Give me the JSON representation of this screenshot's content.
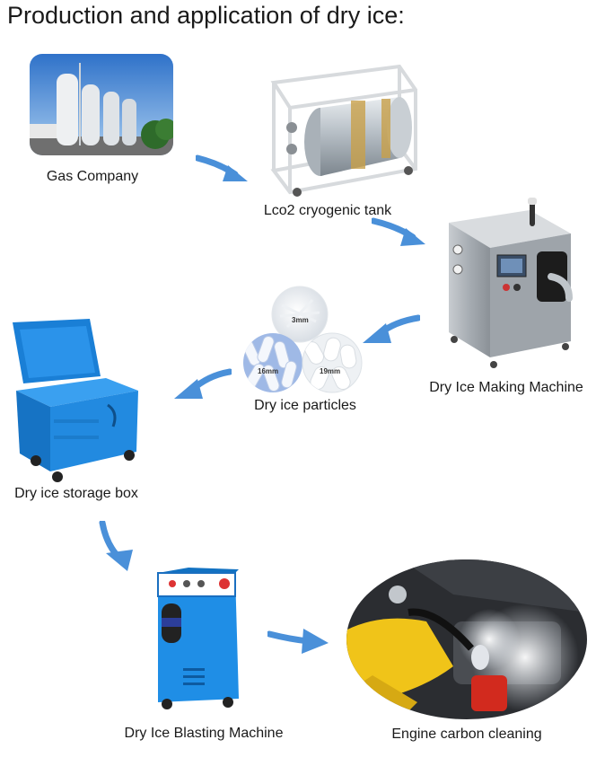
{
  "title": "Production and application of dry ice:",
  "steps": {
    "gas_company": "Gas Company",
    "cryogenic_tank": "Lco2 cryogenic tank",
    "making_machine": "Dry Ice Making Machine",
    "particles": "Dry ice particles",
    "storage_box": "Dry ice storage box",
    "blasting_machine": "Dry Ice Blasting Machine",
    "engine_cleaning": "Engine carbon cleaning"
  },
  "particle_sizes": {
    "small": "3mm",
    "medium": "16mm",
    "large": "19mm"
  },
  "colors": {
    "arrow": "#4a90d9",
    "machine_blue": "#1f8ee6",
    "steel": "#9aa3ab"
  }
}
